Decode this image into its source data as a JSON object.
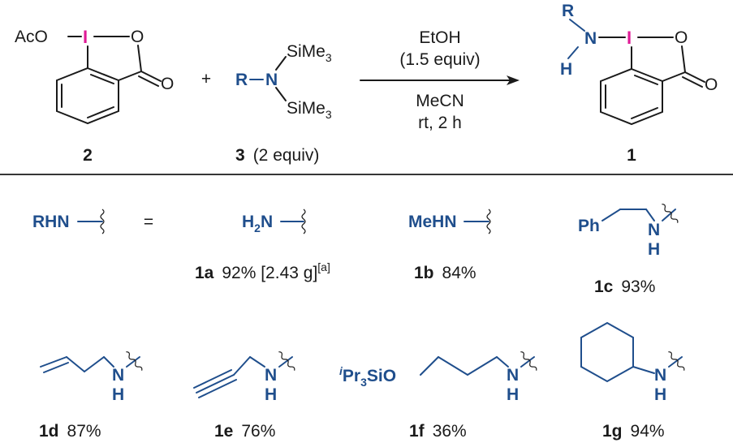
{
  "reaction": {
    "reagent_2": {
      "aco": "AcO",
      "iodine": "I",
      "ring_o": "O",
      "carbonyl_o": "O",
      "label": "2"
    },
    "plus": "+",
    "reagent_3": {
      "r": "R",
      "n": "N",
      "sime3_top": "SiMe",
      "sime3_bottom": "SiMe",
      "subscript": "3",
      "label": "3",
      "equiv": "(2 equiv)"
    },
    "conditions": {
      "above_line1": "EtOH",
      "above_line2": "(1.5 equiv)",
      "below_line1": "MeCN",
      "below_line2": "rt, 2 h"
    },
    "product_1": {
      "r": "R",
      "n": "N",
      "h": "H",
      "iodine": "I",
      "ring_o": "O",
      "carbonyl_o": "O",
      "label": "1"
    }
  },
  "scope": {
    "rhn_label": "RHN",
    "equals": "=",
    "items": [
      {
        "label": "1a",
        "yield": "92% [2.43 g]",
        "note": "[a]"
      },
      {
        "label": "1b",
        "yield": "84%"
      },
      {
        "label": "1c",
        "yield": "93%"
      },
      {
        "label": "1d",
        "yield": "87%"
      },
      {
        "label": "1e",
        "yield": "76%"
      },
      {
        "label": "1f",
        "yield": "36%"
      },
      {
        "label": "1g",
        "yield": "94%"
      }
    ],
    "fragments": {
      "h2n_h": "H",
      "h2n_sub": "2",
      "h2n_n": "N",
      "mehn": "MeHN",
      "ph": "Ph",
      "nh_n": "N",
      "nh_h": "H",
      "tips_i": "i",
      "tips_pr": "Pr",
      "tips_sub": "3",
      "tips_sio": "SiO"
    }
  }
}
